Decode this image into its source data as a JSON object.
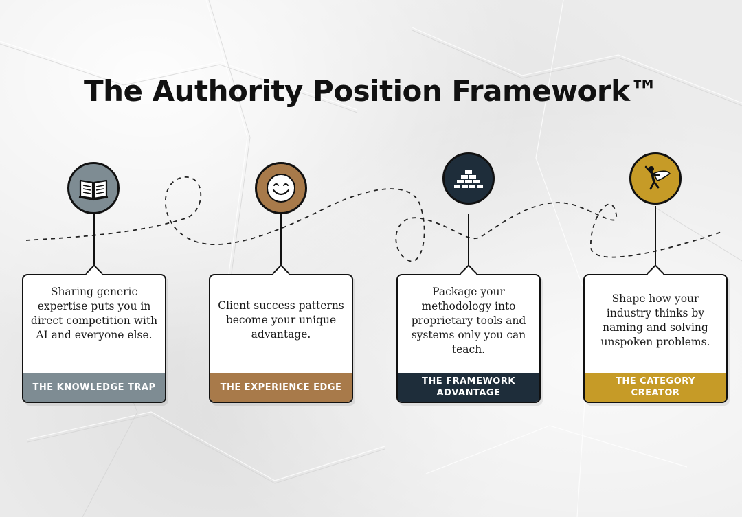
{
  "title": "The Authority Position Framework™",
  "colors": {
    "knowledge": "#7e8c93",
    "experience": "#a87a4a",
    "framework": "#1e2d3a",
    "category": "#c69b27"
  },
  "stages": [
    {
      "icon": "book-icon",
      "text": "Sharing generic expertise puts you in direct competition with AI and everyone else.",
      "label": "THE KNOWLEDGE TRAP"
    },
    {
      "icon": "smiley-face-icon",
      "text": "Client success patterns become your unique advantage.",
      "label": "THE EXPERIENCE EDGE"
    },
    {
      "icon": "brick-pyramid-icon",
      "text": "Package your methodology into proprietary tools and systems only you can teach.",
      "label": "THE FRAMEWORK ADVANTAGE"
    },
    {
      "icon": "superhero-icon",
      "text": "Shape how your industry thinks by naming and solving unspoken problems.",
      "label": "THE CATEGORY CREATOR"
    }
  ]
}
